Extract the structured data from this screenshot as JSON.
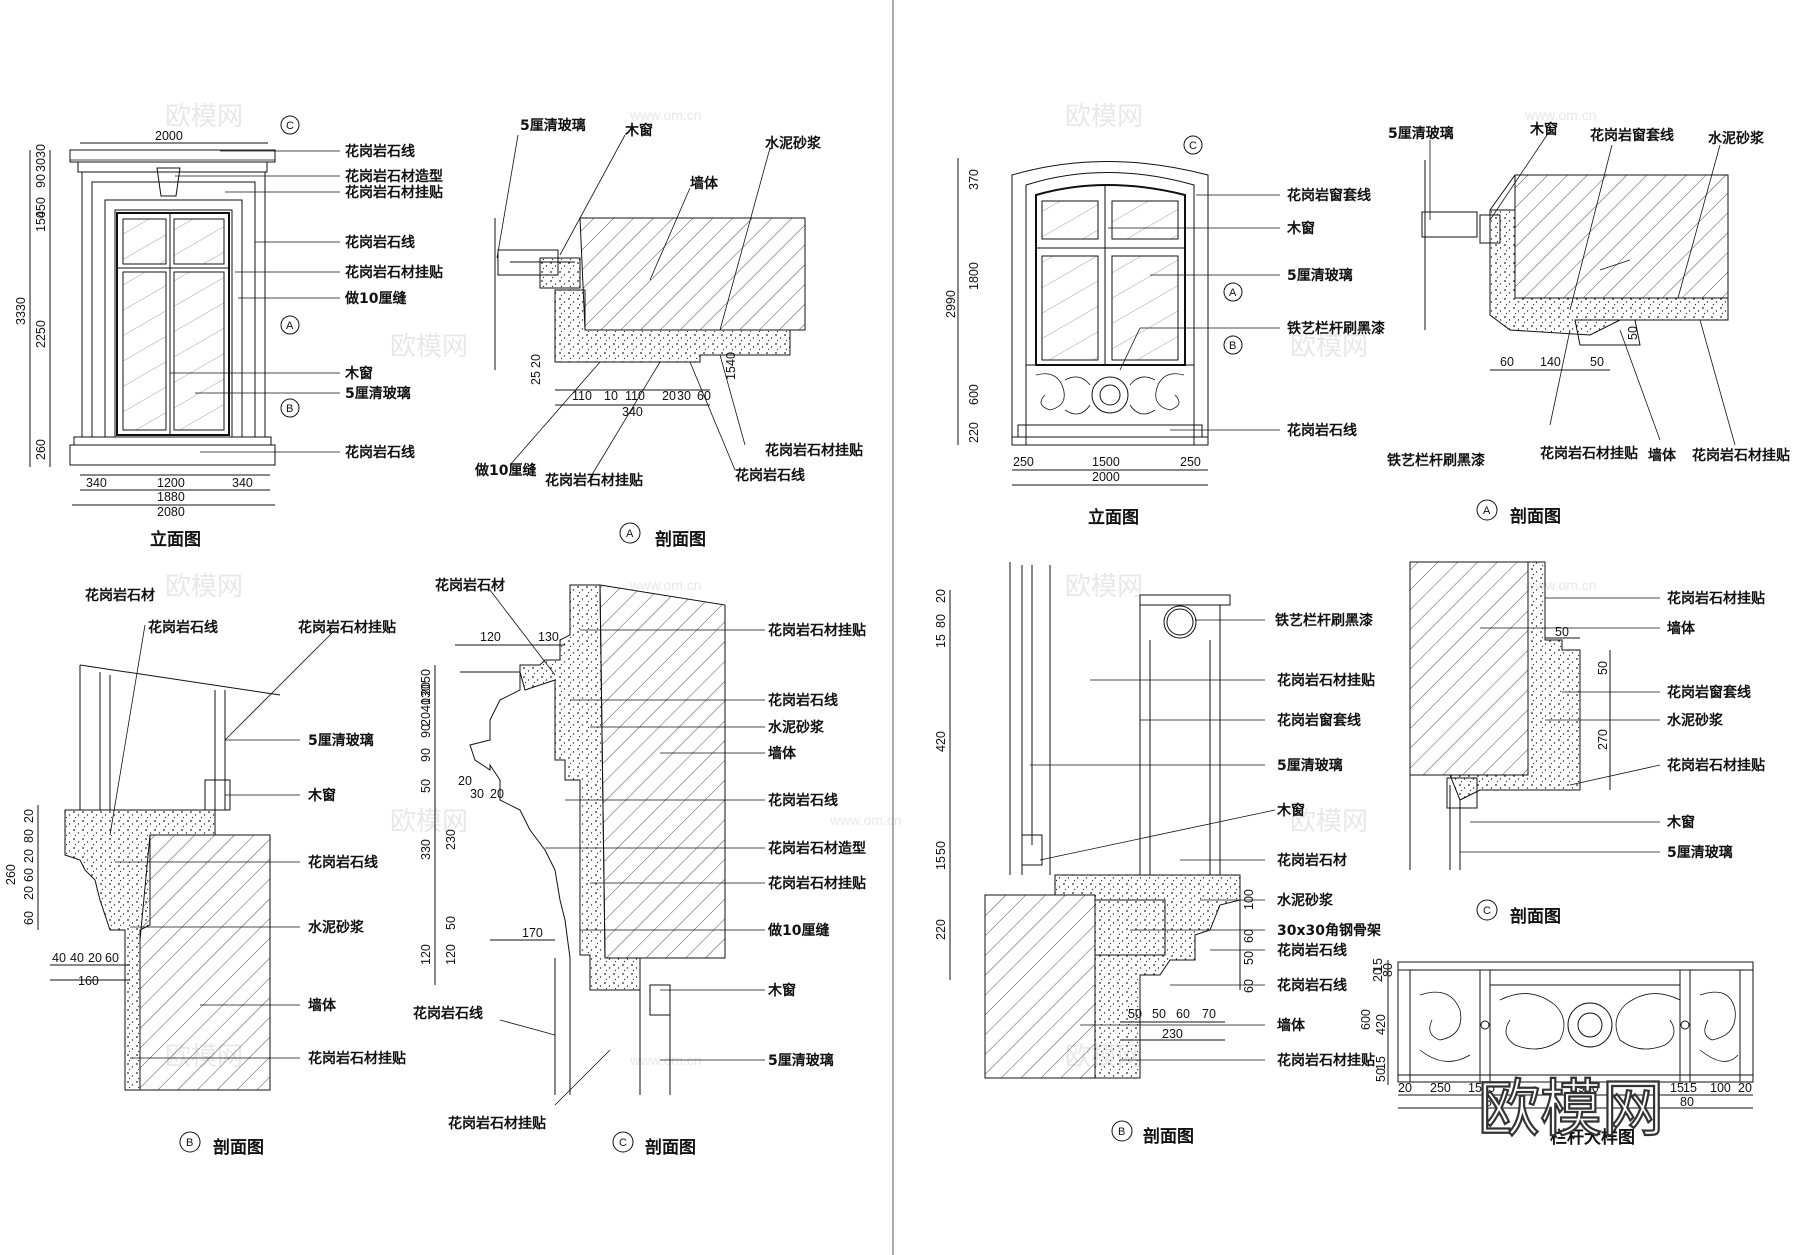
{
  "watermark": {
    "brand": "欧模网",
    "url": "www.om.cn"
  },
  "left_sheet": {
    "elevation": {
      "title": "立面图",
      "labels": [
        "花岗岩石线",
        "花岗岩石材造型",
        "花岗岩石材挂贴",
        "花岗岩石线",
        "花岗岩石材挂贴",
        "做10厘缝",
        "木窗",
        "5厘清玻璃",
        "花岗岩石线"
      ],
      "dims_top": "2000",
      "dims_left": [
        "30",
        "30",
        "90",
        "450",
        "150",
        "2250",
        "260",
        "3330"
      ],
      "dims_bottom": [
        "340",
        "1200",
        "340",
        "1880",
        "2080"
      ],
      "markers": [
        "C",
        "A",
        "B"
      ]
    },
    "section_a": {
      "title": "剖面图",
      "marker": "A",
      "labels": [
        "5厘清玻璃",
        "木窗",
        "水泥砂浆",
        "墙体",
        "花岗岩石材挂贴",
        "花岗岩石线",
        "做10厘缝",
        "花岗岩石材挂贴"
      ],
      "dims": [
        "25",
        "20",
        "110",
        "10",
        "110",
        "20",
        "30",
        "60",
        "340",
        "15",
        "40"
      ]
    },
    "section_b": {
      "title": "剖面图",
      "marker": "B",
      "labels": [
        "花岗岩石材",
        "花岗岩石线",
        "花岗岩石材挂贴",
        "5厘清玻璃",
        "木窗",
        "花岗岩石线",
        "水泥砂浆",
        "墙体",
        "花岗岩石材挂贴"
      ],
      "dims": [
        "20",
        "80",
        "260",
        "20",
        "60",
        "20",
        "60",
        "40",
        "40",
        "20",
        "60",
        "160"
      ]
    },
    "section_c": {
      "title": "剖面图",
      "marker": "C",
      "labels": [
        "花岗岩石材",
        "花岗岩石材挂贴",
        "花岗岩石线",
        "水泥砂浆",
        "墙体",
        "花岗岩石线",
        "花岗岩石材造型",
        "花岗岩石材挂贴",
        "做10厘缝",
        "木窗",
        "5厘清玻璃",
        "花岗岩石线",
        "花岗岩石材挂贴"
      ],
      "dims": [
        "120",
        "130",
        "50",
        "20",
        "40",
        "20",
        "130",
        "90",
        "90",
        "50",
        "20",
        "30",
        "20",
        "230",
        "330",
        "50",
        "120",
        "120",
        "170"
      ]
    }
  },
  "right_sheet": {
    "elevation": {
      "title": "立面图",
      "labels": [
        "花岗岩窗套线",
        "木窗",
        "5厘清玻璃",
        "铁艺栏杆刷黑漆",
        "花岗岩石线"
      ],
      "dims_left": [
        "370",
        "1800",
        "600",
        "220",
        "2990"
      ],
      "dims_bottom": [
        "250",
        "1500",
        "250",
        "2000"
      ],
      "markers": [
        "C",
        "A",
        "B"
      ]
    },
    "section_a": {
      "title": "剖面图",
      "marker": "A",
      "labels": [
        "5厘清玻璃",
        "木窗",
        "花岗岩窗套线",
        "水泥砂浆",
        "铁艺栏杆刷黑漆",
        "花岗岩石材挂贴",
        "墙体",
        "花岗岩石材挂贴"
      ],
      "dims": [
        "60",
        "140",
        "50",
        "50"
      ]
    },
    "section_b": {
      "title": "剖面图",
      "marker": "B",
      "labels": [
        "铁艺栏杆刷黑漆",
        "花岗岩石材挂贴",
        "花岗岩窗套线",
        "5厘清玻璃",
        "木窗",
        "花岗岩石材",
        "水泥砂浆",
        "30x30角钢骨架",
        "花岗岩石线",
        "花岗岩石线",
        "墙体",
        "花岗岩石材挂贴"
      ],
      "dims": [
        "20",
        "80",
        "15",
        "420",
        "50",
        "15",
        "220",
        "100",
        "60",
        "50",
        "60",
        "50",
        "50",
        "60",
        "70",
        "230"
      ]
    },
    "section_c": {
      "title": "剖面图",
      "marker": "C",
      "labels": [
        "花岗岩石材挂贴",
        "墙体",
        "花岗岩窗套线",
        "水泥砂浆",
        "花岗岩石材挂贴",
        "木窗",
        "5厘清玻璃"
      ],
      "dims": [
        "50",
        "50",
        "270"
      ]
    },
    "railing": {
      "title": "栏杆大样图",
      "dims_left": [
        "15",
        "20",
        "80",
        "600",
        "420",
        "15",
        "50"
      ],
      "dims_bottom": [
        "20",
        "250",
        "15",
        "15",
        "940",
        "15",
        "15",
        "100",
        "20",
        "80",
        "80"
      ]
    }
  },
  "brand_overlay": "欧模网"
}
